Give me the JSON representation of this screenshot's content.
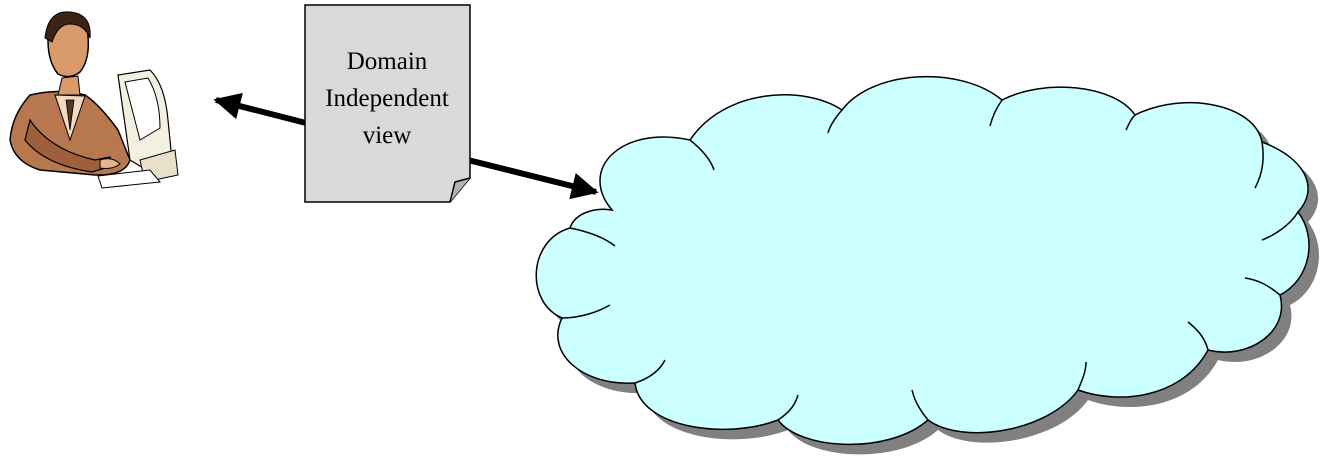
{
  "document": {
    "lines": [
      "Domain",
      "Independent",
      "view"
    ]
  },
  "colors": {
    "cloud_fill": "#CCFFFF",
    "cloud_shadow": "#808080",
    "page_fill": "#D9D9D9",
    "outline": "#000000"
  },
  "icons": {
    "user": "user-at-computer-icon",
    "cloud": "cloud-shape",
    "document": "document-page-icon"
  }
}
